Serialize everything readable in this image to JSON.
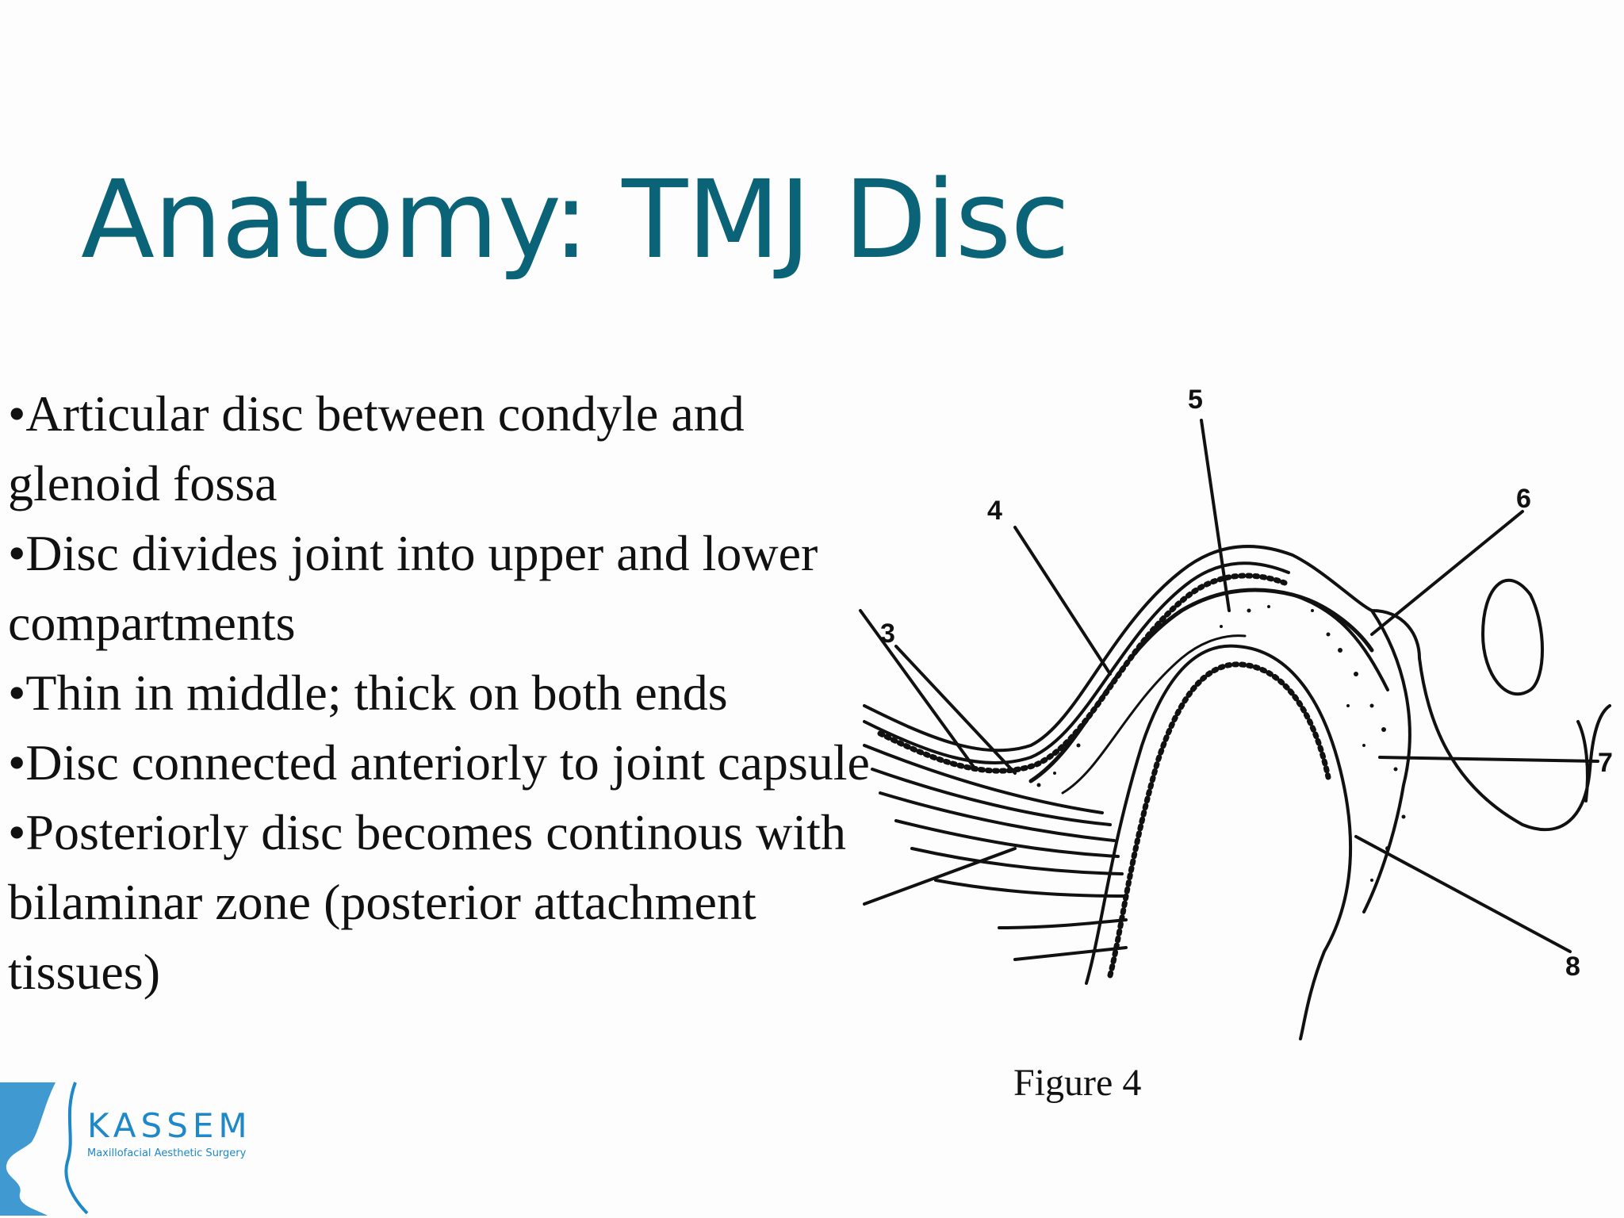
{
  "slide": {
    "title": "Anatomy: TMJ Disc",
    "bullets": [
      "•Articular disc between condyle and glenoid fossa",
      "•Disc divides joint into upper and lower compartments",
      "•Thin in middle; thick on both ends",
      "•Disc connected anteriorly to joint capsule",
      "•Posteriorly disc becomes continous with bilaminar zone (posterior attachment tissues)"
    ]
  },
  "figure": {
    "caption": "Figure 4",
    "labels": [
      "3",
      "4",
      "5",
      "6",
      "7",
      "8"
    ]
  },
  "logo": {
    "name": "KASSEM",
    "tagline": "Maxillofacial Aesthetic Surgery"
  },
  "colors": {
    "title": "#0b6378",
    "logo": "#1e88c9"
  }
}
